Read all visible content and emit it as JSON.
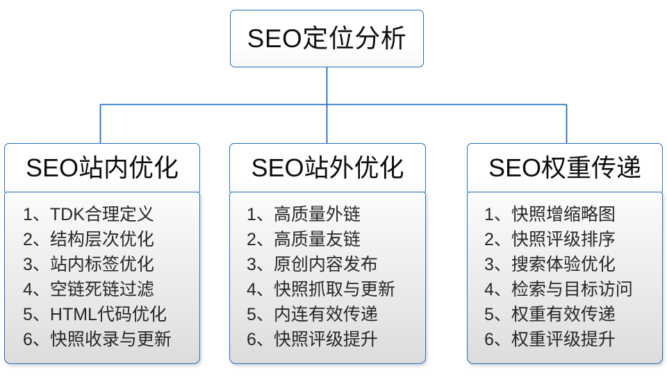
{
  "diagram": {
    "type": "tree-hierarchy",
    "accent_color": "#1f6fc4",
    "root": {
      "title": "SEO定位分析"
    },
    "branches": [
      {
        "id": "on-site",
        "title": "SEO站内优化",
        "items": [
          "1、TDK合理定义",
          "2、结构层次优化",
          "3、站内标签优化",
          "4、空链死链过滤",
          "5、HTML代码优化",
          "6、快照收录与更新"
        ]
      },
      {
        "id": "off-site",
        "title": "SEO站外优化",
        "items": [
          "1、高质量外链",
          "2、高质量友链",
          "3、原创内容发布",
          "4、快照抓取与更新",
          "5、内连有效传递",
          "6、快照评级提升"
        ]
      },
      {
        "id": "weight-transfer",
        "title": "SEO权重传递",
        "items": [
          "1、快照增缩略图",
          "2、快照评级排序",
          "3、搜索体验优化",
          "4、检索与目标访问",
          "5、权重有效传递",
          "6、权重评级提升"
        ]
      }
    ]
  }
}
